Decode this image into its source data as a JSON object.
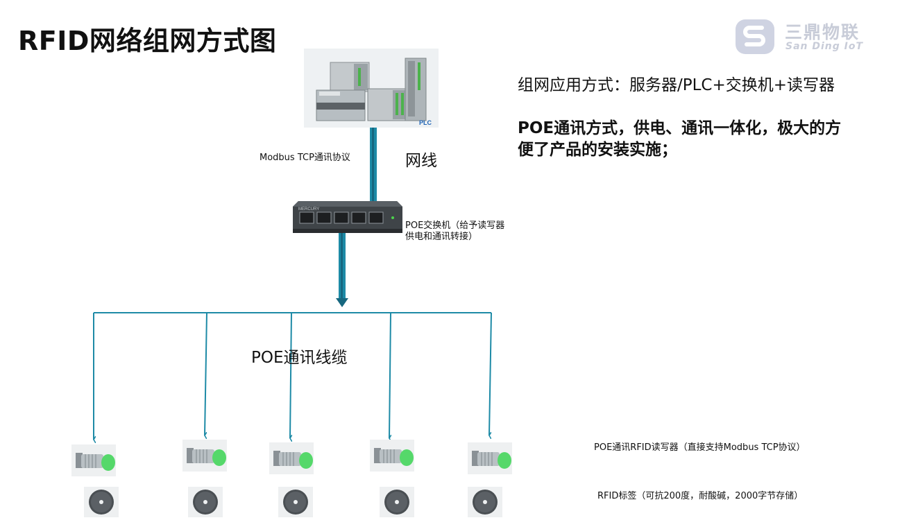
{
  "title": "RFID网络组网方式图",
  "logo": {
    "cn": "三鼎物联",
    "en": "San Ding IoT",
    "mark": "S-logo-icon",
    "color": "#cfd3e2"
  },
  "description": {
    "normal": "组网应用方式：服务器/PLC+交换机+读写器",
    "bold": "POE通讯方式，供电、通讯一体化，极大的方便了产品的安装实施；"
  },
  "plc": {
    "label": "PLC"
  },
  "labels": {
    "protocol": "Modbus TCP通讯协议",
    "cable_top": "网线",
    "switch": "POE交换机（给予读写器供电和通讯转接）",
    "cable_bottom": "POE通讯线缆",
    "reader": "POE通讯RFID读写器（直接支持Modbus TCP协议）",
    "tag": "RFID标签（可抗200度，耐酸碱，2000字节存储）"
  },
  "switch": {
    "brand": "MERCURY"
  },
  "colors": {
    "cable": "#1d8aa6",
    "cable_dark": "#17677f",
    "reader_cap": "#55d86a"
  }
}
